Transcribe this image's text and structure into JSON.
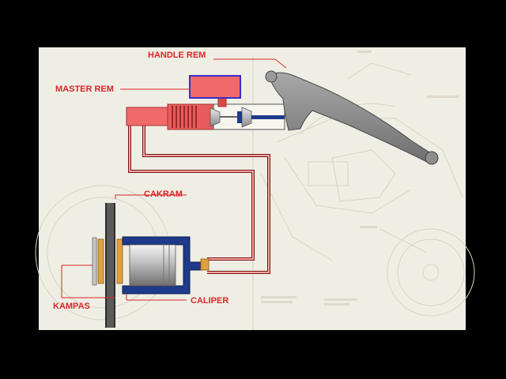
{
  "labels": {
    "handle_rem": "HANDLE REM",
    "master_rem": "MASTER REM",
    "cakram": "CAKRAM",
    "kampas": "KAMPAS",
    "caliper": "CALIPER"
  },
  "colors": {
    "background": "#efeee4",
    "letterbox": "#000000",
    "label_red": "#d9262b",
    "fluid_red": "#f06a6a",
    "reservoir_outline": "#3a2dc8",
    "caliper_blue": "#1f3a8a",
    "pad_orange": "#e0a040",
    "lever_gray": "#8b8b8b"
  }
}
